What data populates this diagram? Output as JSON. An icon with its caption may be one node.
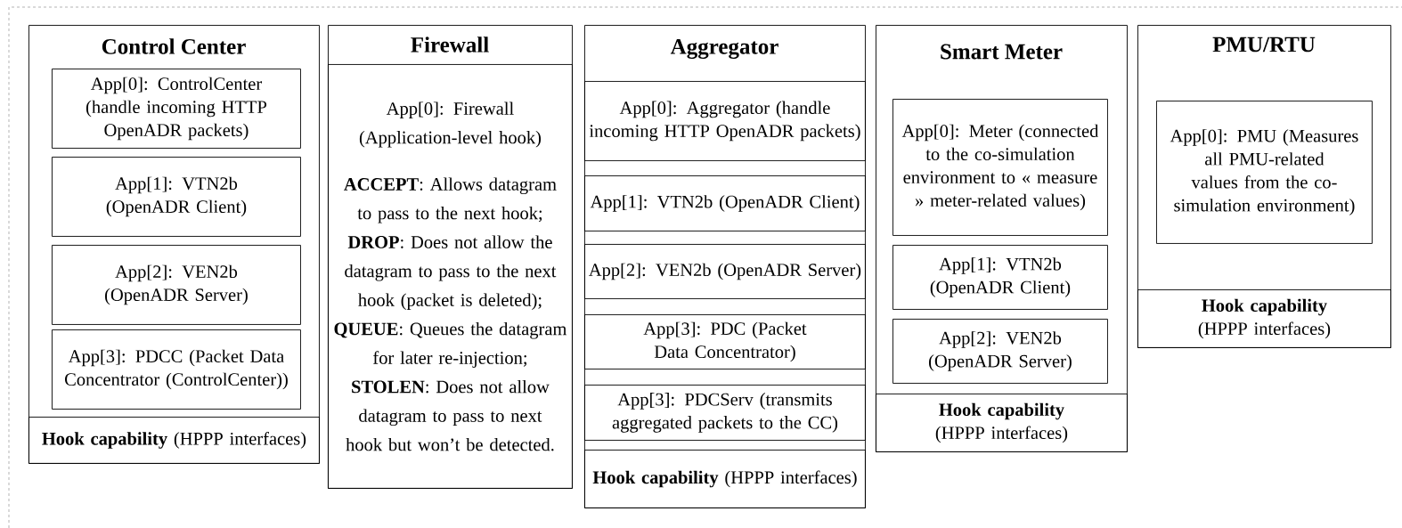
{
  "diagram": {
    "nodes": [
      {
        "text": [
          "Control Center"
        ]
      },
      {
        "text": [
          "App[0]: ControlCenter (handle incoming HTTP OpenADR packets)"
        ],
        "in": 0
      },
      {
        "text": [
          "App[1]: VTN2b (OpenADR Client)"
        ],
        "in": 0
      },
      {
        "text": [
          "App[2]: VEN2b (OpenADR Server)"
        ],
        "in": 0
      },
      {
        "text": [
          "App[3]: PDCC (Packet Data Concentrator (ControlCenter))"
        ],
        "in": 0
      },
      {
        "text": [
          "**Hook capability** (HPPP interfaces)"
        ],
        "in": 0
      },
      {
        "text": [
          "Firewall"
        ]
      },
      {
        "text": [
          "App[0]: Firewall (Application-level hook)",
          "**ACCEPT**: Allows datagram to pass to the next hook;",
          "**DROP**: Does not allow the datagram to pass to the next hook (packet is deleted);",
          "**QUEUE**: Queues the datagram for later re-injection;",
          "**STOLEN**: Does not allow datagram to pass to next hook but won’t be detected."
        ],
        "in": 6
      },
      {
        "text": [
          "Aggregator"
        ]
      },
      {
        "text": [
          "App[0]: Aggregator (handle incoming HTTP OpenADR packets)"
        ],
        "in": 8
      },
      {
        "text": [
          "App[1]: VTN2b (OpenADR Client)"
        ],
        "in": 8
      },
      {
        "text": [
          "App[2]: VEN2b (OpenADR Server)"
        ],
        "in": 8
      },
      {
        "text": [
          "App[3]: PDC (Packet Data Concentrator)"
        ],
        "in": 8
      },
      {
        "text": [
          "App[3]: PDCServ (transmits aggregated packets to the CC)"
        ],
        "in": 8
      },
      {
        "text": [
          "**Hook capability** (HPPP interfaces)"
        ],
        "in": 8
      },
      {
        "text": [
          "Smart Meter"
        ]
      },
      {
        "text": [
          "App[0]: Meter (connected to the co-simulation environment to « measure » meter-related values)"
        ],
        "in": 15
      },
      {
        "text": [
          "App[1]: VTN2b (OpenADR Client)"
        ],
        "in": 15
      },
      {
        "text": [
          "App[2]: VEN2b (OpenADR Server)"
        ],
        "in": 15
      },
      {
        "text": [
          "**Hook capability** (HPPP interfaces)"
        ],
        "in": 15
      },
      {
        "text": [
          "PMU/RTU"
        ]
      },
      {
        "text": [
          "App[0]: PMU (Measures all PMU-related values from the co-simulation environment)"
        ],
        "in": 20
      },
      {
        "text": [
          "**Hook capability** (HPPP interfaces)"
        ],
        "in": 20
      }
    ]
  }
}
